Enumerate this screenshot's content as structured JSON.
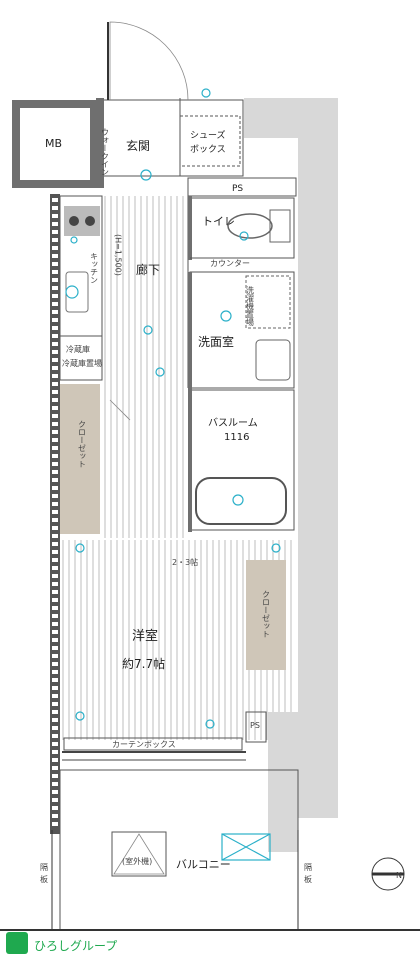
{
  "rooms": {
    "mb": "MB",
    "genkan": "玄関",
    "shoes_box": [
      "シューズ",
      "ボックス"
    ],
    "walk_in": "ウォークイン",
    "ps_top": "PS",
    "toilet": "トイレ",
    "counter": "カウンター",
    "hallway": "廊下",
    "ceiling_height": "(H=1,500)",
    "kitchen_fridge": "冷蔵庫",
    "kitchen_fridge_note": "冷蔵庫置場",
    "washer": "洗濯機置場",
    "washroom": "洗面室",
    "bathroom": "バスルーム",
    "bath_size": "1116",
    "storage": "クローゼット",
    "closet_right": "クローゼット",
    "western_room": "洋室",
    "western_room_size": "約7.7帖",
    "cross": "2・3帖",
    "ps_bottom": "PS",
    "curtain_box": "カーテンボックス",
    "outdoor_unit": "(室外機)",
    "balcony": "バルコニー",
    "partition_left": [
      "隔",
      "板"
    ],
    "partition_right": [
      "隔",
      "板"
    ],
    "compass": "N"
  },
  "footer": {
    "brand": "ひろしグループ"
  },
  "colors": {
    "accent": "#2bb0c9",
    "wall": "#6f6f6f",
    "brand": "#1fa94f"
  }
}
